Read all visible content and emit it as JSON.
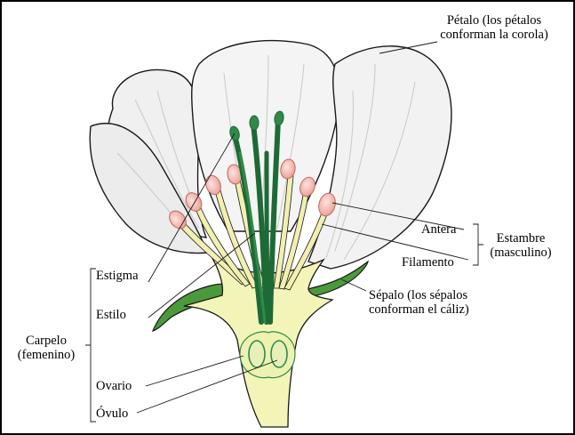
{
  "colors": {
    "petal_fill": "#f0f0f0",
    "petal_vein": "#c8c8c8",
    "outline": "#1a1a1a",
    "carpel_green": "#2f8a4a",
    "carpel_dark": "#1e6a36",
    "receptacle_fill": "#f3f5b8",
    "sepal_green": "#4a9a3c",
    "anther_pink": "#f3b8b0",
    "filament_yellow": "#f2f0b0",
    "ovule_fill": "#e7f0b8"
  },
  "labels": {
    "petalo_line1": "Pétalo (los pétalos",
    "petalo_line2": "conforman la corola)",
    "antera": "Antera",
    "filamento": "Filamento",
    "estambre_line1": "Estambre",
    "estambre_line2": "(masculino)",
    "sepalo_line1": "Sépalo (los sépalos",
    "sepalo_line2": "conforman el cáliz)",
    "estigma": "Estigma",
    "estilo": "Estilo",
    "carpelo_line1": "Carpelo",
    "carpelo_line2": "(femenino)",
    "ovario": "Ovario",
    "ovulo": "Óvulo"
  }
}
